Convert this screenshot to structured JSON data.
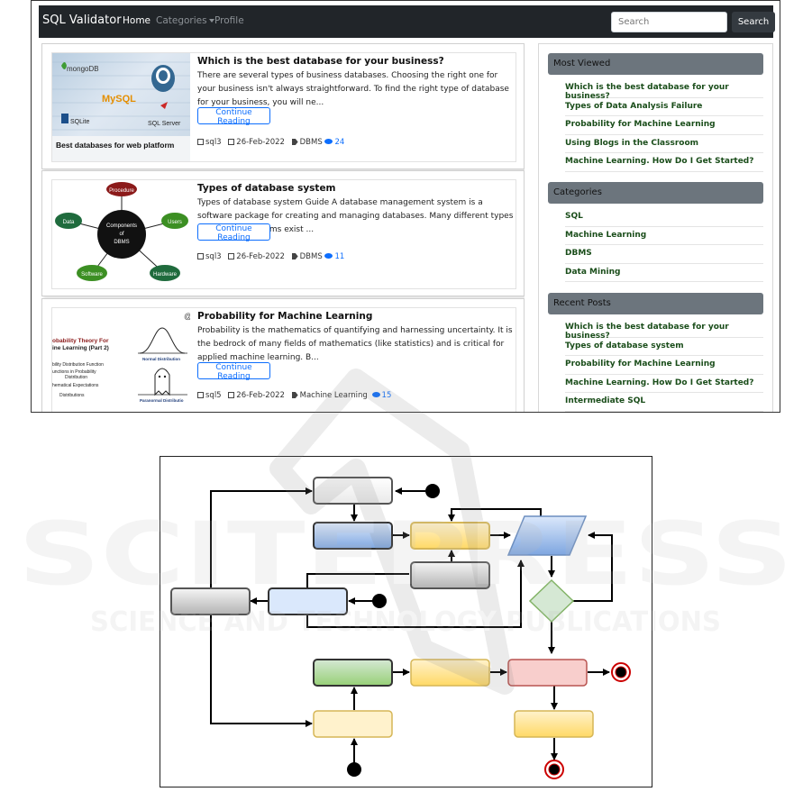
{
  "navbar": {
    "brand": "SQL Validator",
    "links": [
      "Home",
      "Categories",
      "Profile"
    ],
    "search_placeholder": "Search",
    "search_button": "Search"
  },
  "posts": [
    {
      "title": "Which is the best database for your business?",
      "excerpt": "There are several types of business databases. Choosing the right one for your business isn't always straightforward. To find the right type of database for your business, you will ne...",
      "button": "Continue Reading",
      "author": "sql3",
      "date": "26-Feb-2022",
      "category": "DBMS",
      "views": "24",
      "thumb": {
        "logos": [
          "mongoDB",
          "MySQL",
          "SQLite",
          "SQL Server"
        ],
        "caption": "Best databases for web platform"
      }
    },
    {
      "title": "Types of database system",
      "excerpt": "Types of database system Guide A database management system is a software package for creating and managing databases. Many different types of database systems exist ...",
      "button": "Continue Reading",
      "author": "sql3",
      "date": "26-Feb-2022",
      "category": "DBMS",
      "views": "11",
      "thumb": {
        "center": [
          "Components",
          "of",
          "DBMS"
        ],
        "nodes": [
          "Procedure",
          "Data",
          "Users",
          "Software",
          "Hardware"
        ]
      }
    },
    {
      "title": "Probability for Machine Learning",
      "excerpt": "Probability is the mathematics of quantifying and harnessing uncertainty. It is the bedrock of many fields of mathematics (like statistics) and is critical for applied machine learning. B...",
      "button": "Continue Reading",
      "author": "sql5",
      "date": "26-Feb-2022",
      "category": "Machine Learning",
      "views": "15",
      "thumb": {
        "heading": [
          "obability Theory For",
          "ine Learning (Part 2)"
        ],
        "lines": [
          "bility Distribution Function",
          "unctions in Probability",
          "Distribution",
          "hematical Expectations",
          "Distributions"
        ],
        "label_top": "Normal Distribution",
        "label_bottom": "Paranormal Distributio"
      }
    }
  ],
  "sidebar": {
    "most_viewed": {
      "title": "Most Viewed",
      "items": [
        "Which is the best database for your business?",
        "Types of Data Analysis Failure",
        "Probability for Machine Learning",
        "Using Blogs in the Classroom",
        "Machine Learning. How Do I Get Started?"
      ]
    },
    "categories": {
      "title": "Categories",
      "items": [
        "SQL",
        "Machine Learning",
        "DBMS",
        "Data Mining"
      ]
    },
    "recent_posts": {
      "title": "Recent Posts",
      "items": [
        "Which is the best database for your business?",
        "Types of database system",
        "Probability for Machine Learning",
        "Machine Learning. How Do I Get Started?",
        "Intermediate SQL"
      ]
    }
  },
  "colors": {
    "navbar": "#212529",
    "link_blue": "#0d6efd",
    "sidebar_head": "#6c757d",
    "sidebar_link": "#1a4d1a"
  },
  "watermark": [
    "SCITEPRESS",
    "SCIENCE AND TECHNOLOGY PUBLICATIONS"
  ]
}
